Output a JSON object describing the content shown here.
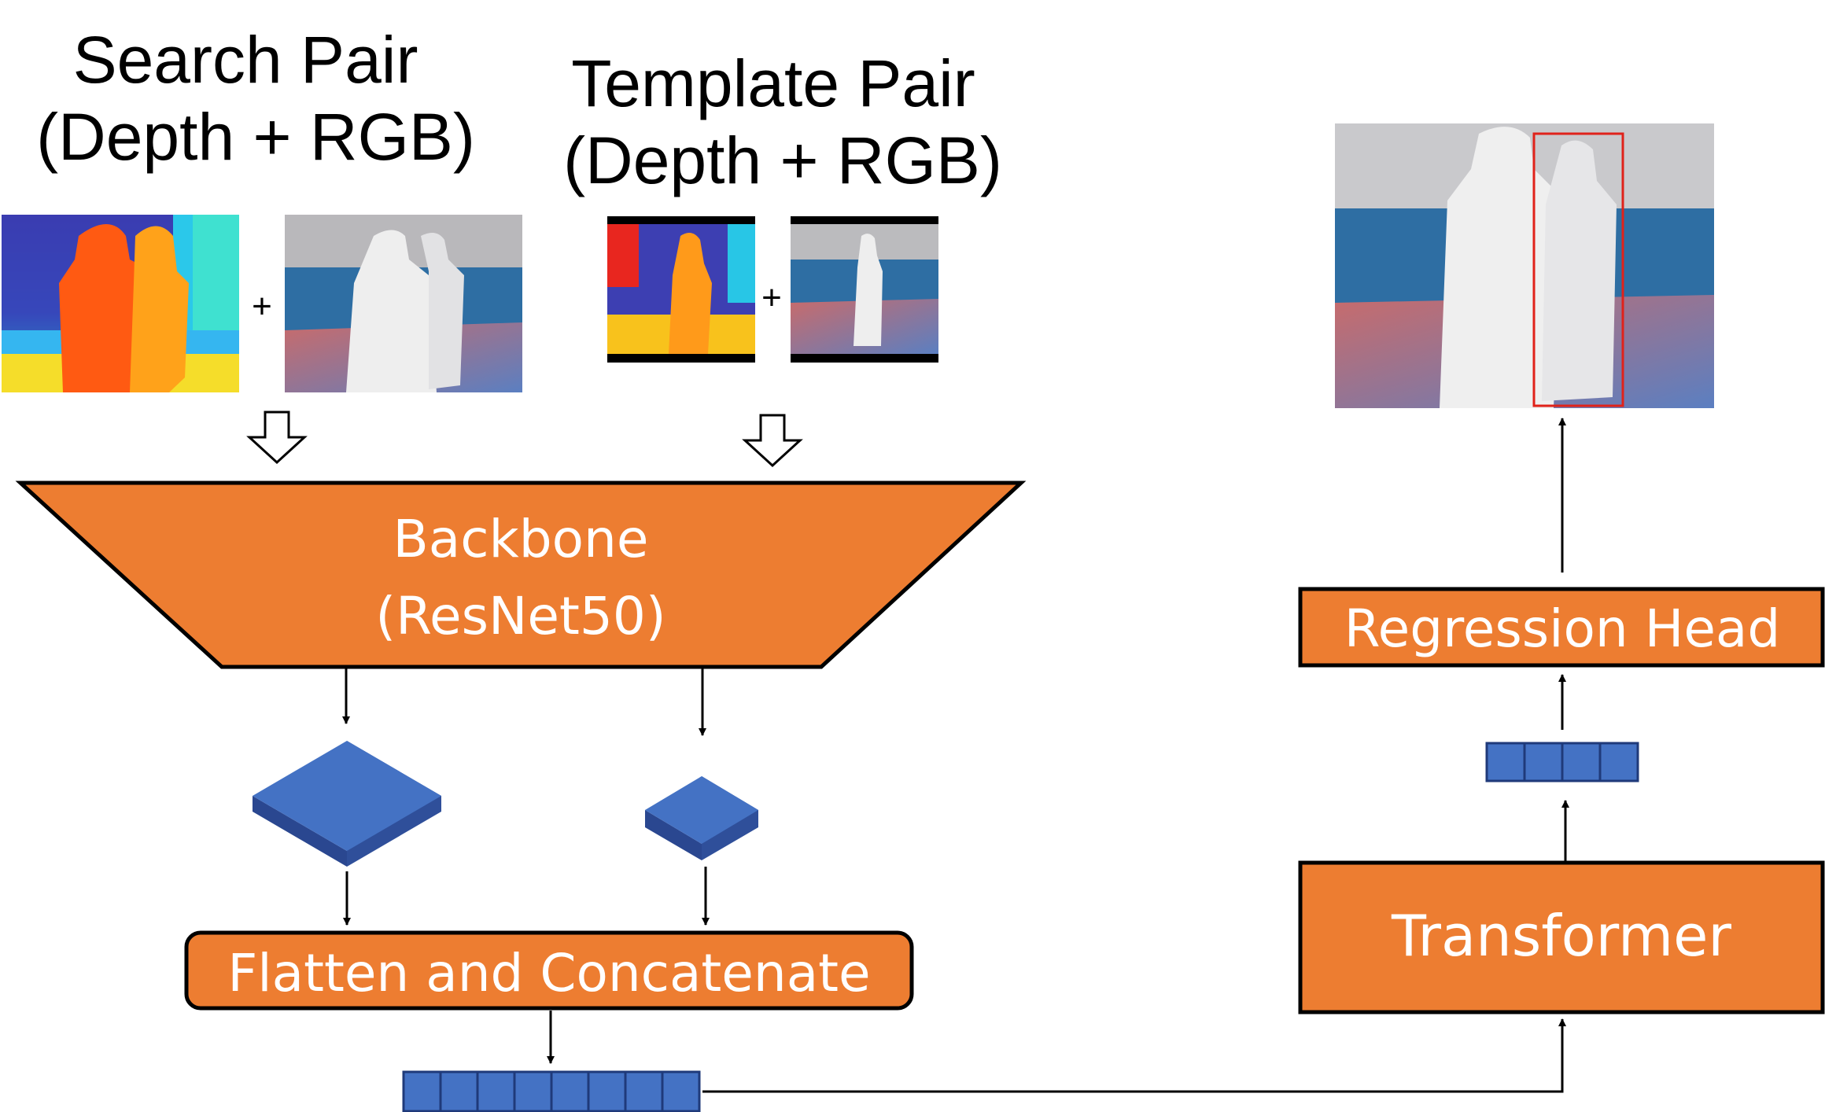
{
  "titles": {
    "search_line1": "Search Pair",
    "search_line2": "(Depth + RGB)",
    "template_line1": "Template Pair",
    "template_line2": "(Depth + RGB)"
  },
  "plus_sign": "+",
  "backbone": {
    "line1": "Backbone",
    "line2": "(ResNet50)"
  },
  "flatten_label": "Flatten and Concatenate",
  "transformer_label": "Transformer",
  "regression_label": "Regression Head",
  "colors": {
    "orange": "#ED7D31",
    "blue": "#4472C4",
    "blue_dark": "#2F4F9A",
    "outline": "#000000"
  },
  "icons": {
    "down_arrow": "hollow-down-arrow-icon",
    "feature_map": "feature-map-icon",
    "token_strip": "token-vector-icon"
  }
}
